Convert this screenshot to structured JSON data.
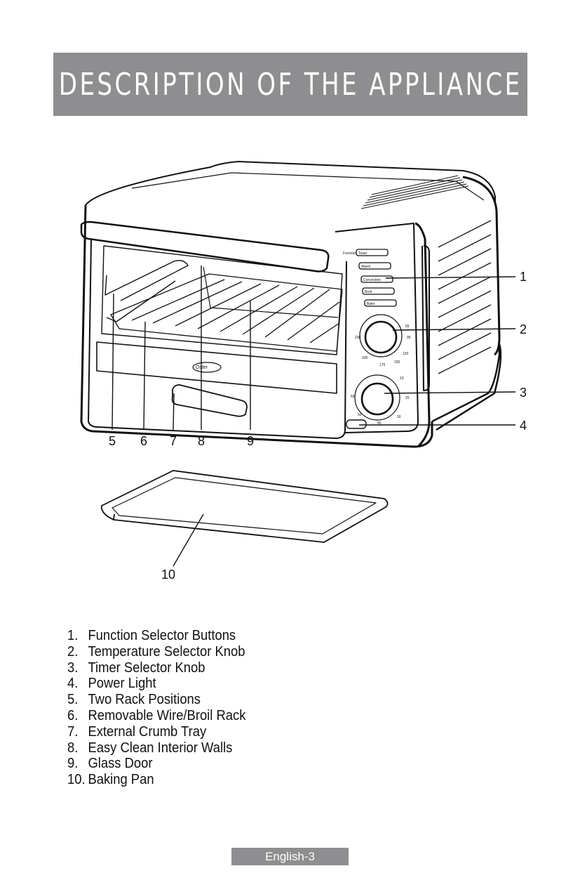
{
  "page": {
    "title": "DESCRIPTION OF THE APPLIANCE",
    "footer": "English-3"
  },
  "figure": {
    "brand": "Oster",
    "function_buttons": [
      "Toast",
      "Warm",
      "Convection",
      "Broil",
      "Bake"
    ],
    "function_label": "Function",
    "callouts": [
      "1",
      "2",
      "3",
      "4",
      "5",
      "6",
      "7",
      "8",
      "9",
      "10"
    ],
    "temp_dial_marks": [
      "65",
      "95",
      "120",
      "150",
      "175",
      "200",
      "230"
    ],
    "timer_dial_marks": [
      "10",
      "20",
      "30",
      "40",
      "50",
      "60"
    ]
  },
  "parts": [
    {
      "num": "1.",
      "label": "Function Selector Buttons"
    },
    {
      "num": "2.",
      "label": "Temperature Selector Knob"
    },
    {
      "num": "3.",
      "label": "Timer Selector Knob"
    },
    {
      "num": "4.",
      "label": "Power Light"
    },
    {
      "num": "5.",
      "label": "Two Rack Positions"
    },
    {
      "num": "6.",
      "label": "Removable Wire/Broil Rack"
    },
    {
      "num": "7.",
      "label": "External Crumb Tray"
    },
    {
      "num": "8.",
      "label": "Easy Clean Interior Walls"
    },
    {
      "num": "9.",
      "label": "Glass Door"
    },
    {
      "num": "10.",
      "label": "Baking Pan"
    }
  ]
}
